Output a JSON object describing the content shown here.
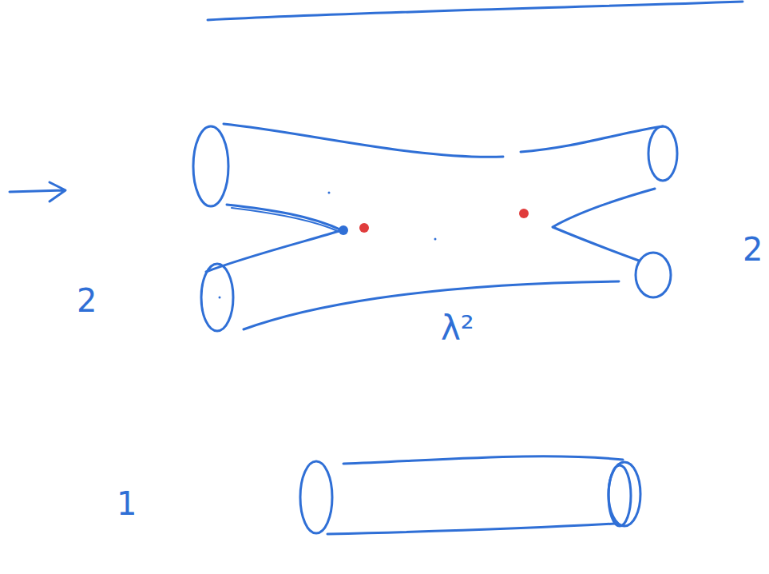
{
  "diagram": {
    "labels": [
      "2",
      "λ²",
      "2",
      "1"
    ]
  }
}
